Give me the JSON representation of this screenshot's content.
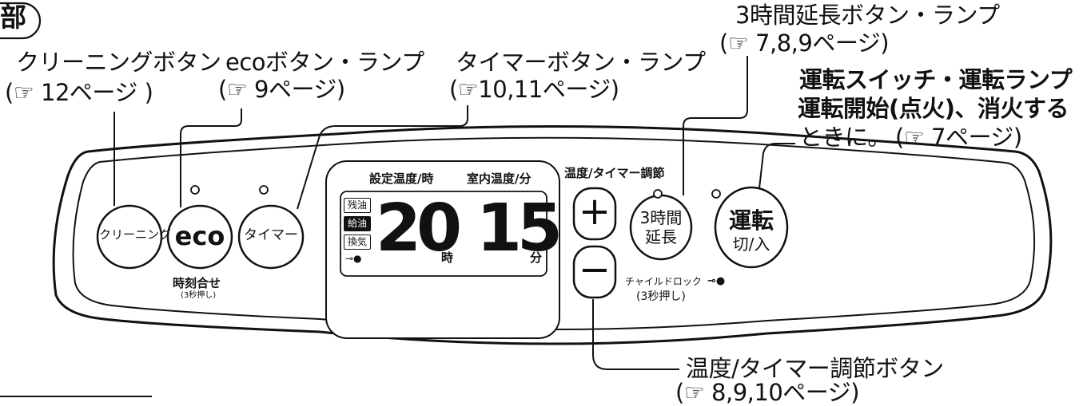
{
  "header_fragment": "部",
  "callouts": {
    "cleaning": {
      "label": "クリーニングボタン",
      "ref": "(☞ 12ページ )"
    },
    "eco": {
      "label": "ecoボタン・ランプ",
      "ref": "(☞ 9ページ)"
    },
    "timer": {
      "label": "タイマーボタン・ランプ",
      "ref": "(☞10,11ページ)"
    },
    "three_hour": {
      "label": "3時間延長ボタン・ランプ",
      "ref": "(☞ 7,8,9ページ)"
    },
    "operation": {
      "label1": "運転スイッチ・運転ランプ",
      "label2": "運転開始(点火)、消火する",
      "label3": "ときに。",
      "ref": "(☞ 7ページ)"
    },
    "adjust": {
      "label": "温度/タイマー調節ボタン",
      "ref": "(☞ 8,9,10ページ)"
    }
  },
  "panel": {
    "buttons": {
      "cleaning": "クリーニング",
      "eco": "eco",
      "timer": "タイマー",
      "three_hour_line1": "3時間",
      "three_hour_line2": "延長",
      "run_line1": "運転",
      "run_line2": "切/入",
      "plus": "+",
      "minus": "−"
    },
    "clock_set": "時刻合せ",
    "clock_set_note": "(3秒押し)",
    "adjust_title": "温度/タイマー調節",
    "child_lock": "チャイルドロック",
    "child_lock_note": "(3秒押し)",
    "display": {
      "header_left": "設定温度/時",
      "header_right": "室内温度/分",
      "indicators": [
        "残油",
        "給油",
        "換気"
      ],
      "left_value": "20",
      "left_unit": "時",
      "right_value": "15",
      "right_unit": "分"
    }
  }
}
